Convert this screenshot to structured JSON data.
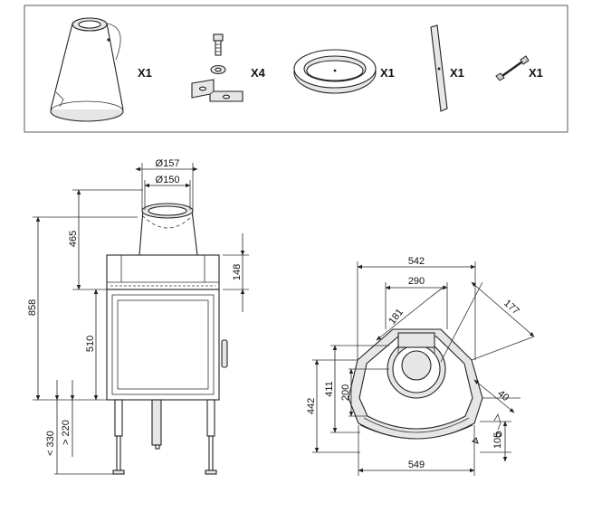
{
  "parts": [
    {
      "name": "flue-adapter",
      "qty": "X1"
    },
    {
      "name": "mounting-bracket-set",
      "qty": "X4"
    },
    {
      "name": "collar-ring",
      "qty": "X1"
    },
    {
      "name": "flat-bar",
      "qty": "X1"
    },
    {
      "name": "bolt",
      "qty": "X1"
    }
  ],
  "front_view": {
    "dims": {
      "outer_diameter": "Ø157",
      "inner_diameter": "Ø150",
      "total_height": "858",
      "flue_height": "465",
      "door_height": "510",
      "top_height": "148",
      "max_leg": "< 330",
      "min_leg": "> 220"
    }
  },
  "top_view": {
    "dims": {
      "width_top": "542",
      "inner_width": "290",
      "diagonal_181": "181",
      "diagonal_177": "177",
      "depth_442": "442",
      "depth_411": "411",
      "depth_200": "200",
      "corner_40": "40",
      "front_105": "105",
      "width_bottom": "549"
    }
  },
  "colors": {
    "line": "#222222",
    "fill_light": "#e6e6e6",
    "fill_dark": "#cfcfcf"
  }
}
